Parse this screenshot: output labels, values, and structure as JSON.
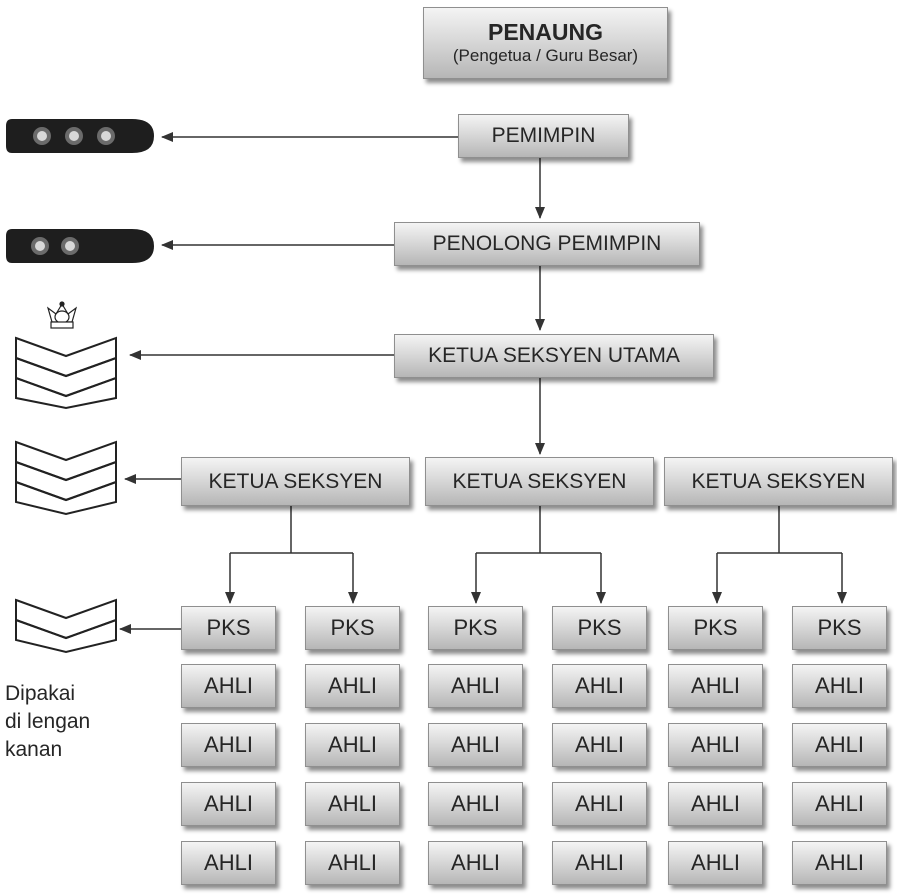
{
  "penaung": {
    "title": "PENAUNG",
    "subtitle": "(Pengetua / Guru Besar)"
  },
  "pemimpin": "PEMIMPIN",
  "penolong_pemimpin": "PENOLONG PEMIMPIN",
  "ketua_seksyen_utama": "KETUA SEKSYEN UTAMA",
  "ketua_seksyen": [
    "KETUA SEKSYEN",
    "KETUA SEKSYEN",
    "KETUA SEKSYEN"
  ],
  "pks": [
    "PKS",
    "PKS",
    "PKS",
    "PKS",
    "PKS",
    "PKS"
  ],
  "ahli_label": "AHLI",
  "ahli_rows": 4,
  "ahli_columns": 6,
  "note": {
    "line1": "Dipakai",
    "line2": "di lengan",
    "line3": "kanan"
  },
  "insignia": [
    {
      "rank": "pemimpin",
      "type": "epaulette",
      "stars": 3
    },
    {
      "rank": "penolong-pemimpin",
      "type": "epaulette",
      "stars": 2
    },
    {
      "rank": "ketua-seksyen-utama",
      "type": "chevrons-with-crown",
      "chevrons": 3
    },
    {
      "rank": "ketua-seksyen",
      "type": "chevrons",
      "chevrons": 3
    },
    {
      "rank": "pks",
      "type": "chevrons",
      "chevrons": 2
    }
  ],
  "colors": {
    "box_top": "#f4f4f4",
    "box_bottom": "#b6b6b6",
    "text": "#262626",
    "line": "#333333",
    "epaulette": "#1e1e1e"
  }
}
